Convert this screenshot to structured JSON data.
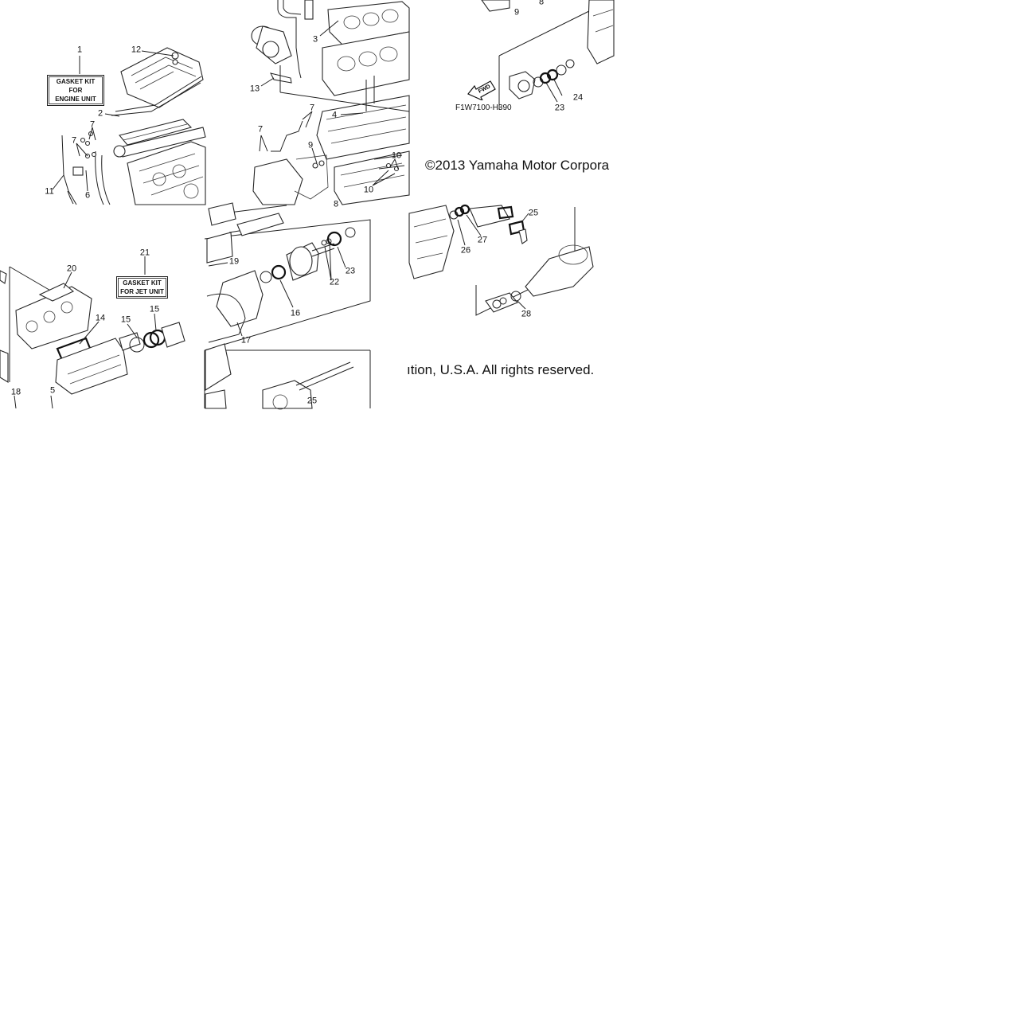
{
  "kit_labels": {
    "engine": [
      "GASKET KIT FOR",
      "ENGINE UNIT"
    ],
    "jet": [
      "GASKET KIT",
      "FOR JET UNIT"
    ]
  },
  "captions": {
    "copyright_left": "©2013 Yamaha Motor Corpora",
    "copyright_right": "ıtion, U.S.A. All rights reserved.",
    "diagram_code": "F1W7100-H390",
    "fwd_arrow": "FWD"
  },
  "callouts": {
    "engine_head": [
      "1",
      "12",
      "2",
      "7",
      "7",
      "11",
      "6"
    ],
    "engine_block": [
      "3",
      "13",
      "4",
      "7",
      "7",
      "9",
      "10",
      "10",
      "8"
    ],
    "top_right": [
      "9",
      "8",
      "24",
      "23"
    ],
    "exhaust": [
      "20",
      "21",
      "14",
      "15",
      "15",
      "18",
      "5"
    ],
    "jet_pump": [
      "19",
      "22",
      "23",
      "16",
      "17",
      "25"
    ],
    "right_mid": [
      "25",
      "27",
      "26",
      "28"
    ]
  }
}
